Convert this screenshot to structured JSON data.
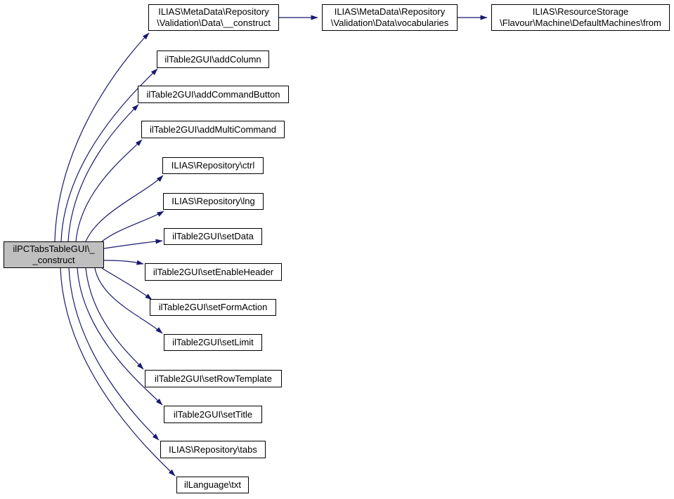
{
  "graph": {
    "type": "call-graph",
    "colors": {
      "edge": "#191970",
      "node_border": "#000000",
      "node_fill": "#ffffff",
      "highlight_fill": "#bfbfbf",
      "text": "#000000"
    },
    "nodes": [
      {
        "id": "main",
        "label": "ilPCTabsTableGUI\\_\n_construct",
        "highlighted": true
      },
      {
        "id": "metadata-data-construct",
        "label": "ILIAS\\MetaData\\Repository\n\\Validation\\Data\\__construct",
        "highlighted": false
      },
      {
        "id": "metadata-data-vocabularies",
        "label": "ILIAS\\MetaData\\Repository\n\\Validation\\Data\\vocabularies",
        "highlighted": false
      },
      {
        "id": "defaultmachines-from",
        "label": "ILIAS\\ResourceStorage\n\\Flavour\\Machine\\DefaultMachines\\from",
        "highlighted": false
      },
      {
        "id": "add-column",
        "label": "ilTable2GUI\\addColumn",
        "highlighted": false
      },
      {
        "id": "add-command-button",
        "label": "ilTable2GUI\\addCommandButton",
        "highlighted": false
      },
      {
        "id": "add-multi-command",
        "label": "ilTable2GUI\\addMultiCommand",
        "highlighted": false
      },
      {
        "id": "ctrl",
        "label": "ILIAS\\Repository\\ctrl",
        "highlighted": false
      },
      {
        "id": "lng",
        "label": "ILIAS\\Repository\\lng",
        "highlighted": false
      },
      {
        "id": "set-data",
        "label": "ilTable2GUI\\setData",
        "highlighted": false
      },
      {
        "id": "set-enable-header",
        "label": "ilTable2GUI\\setEnableHeader",
        "highlighted": false
      },
      {
        "id": "set-form-action",
        "label": "ilTable2GUI\\setFormAction",
        "highlighted": false
      },
      {
        "id": "set-limit",
        "label": "ilTable2GUI\\setLimit",
        "highlighted": false
      },
      {
        "id": "set-row-template",
        "label": "ilTable2GUI\\setRowTemplate",
        "highlighted": false
      },
      {
        "id": "set-title",
        "label": "ilTable2GUI\\setTitle",
        "highlighted": false
      },
      {
        "id": "tabs",
        "label": "ILIAS\\Repository\\tabs",
        "highlighted": false
      },
      {
        "id": "txt",
        "label": "ilLanguage\\txt",
        "highlighted": false
      }
    ],
    "edges": [
      {
        "from": "main",
        "to": "metadata-data-construct"
      },
      {
        "from": "main",
        "to": "add-column"
      },
      {
        "from": "main",
        "to": "add-command-button"
      },
      {
        "from": "main",
        "to": "add-multi-command"
      },
      {
        "from": "main",
        "to": "ctrl"
      },
      {
        "from": "main",
        "to": "lng"
      },
      {
        "from": "main",
        "to": "set-data"
      },
      {
        "from": "main",
        "to": "set-enable-header"
      },
      {
        "from": "main",
        "to": "set-form-action"
      },
      {
        "from": "main",
        "to": "set-limit"
      },
      {
        "from": "main",
        "to": "set-row-template"
      },
      {
        "from": "main",
        "to": "set-title"
      },
      {
        "from": "main",
        "to": "tabs"
      },
      {
        "from": "main",
        "to": "txt"
      },
      {
        "from": "metadata-data-construct",
        "to": "metadata-data-vocabularies"
      },
      {
        "from": "metadata-data-vocabularies",
        "to": "defaultmachines-from"
      }
    ]
  }
}
